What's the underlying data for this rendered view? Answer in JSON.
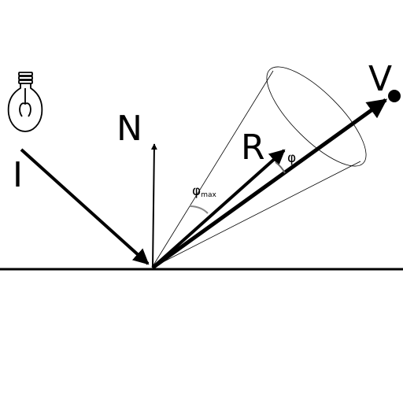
{
  "labels": {
    "incident": "I",
    "normal": "N",
    "reflected": "R",
    "view": "V",
    "phi": "φ",
    "phi_max_symbol": "φ",
    "phi_max_subscript": "max"
  },
  "icons": {
    "light": "light-bulb-icon"
  },
  "colors": {
    "stroke": "#000000",
    "background": "#ffffff"
  }
}
